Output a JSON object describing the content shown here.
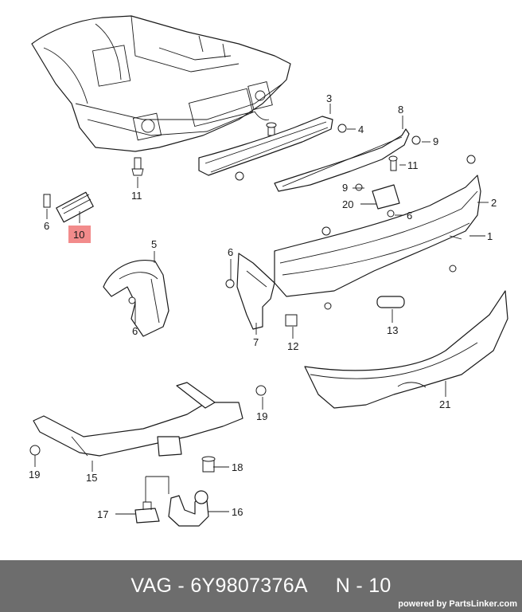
{
  "colors": {
    "highlight": "#f28b8b",
    "footer_bg": "#6d6d6d",
    "footer_text": "#ffffff",
    "line": "#1a1a1a"
  },
  "callouts": {
    "c1": "1",
    "c2": "2",
    "c3": "3",
    "c4": "4",
    "c5": "5",
    "c6a": "6",
    "c6b": "6",
    "c6c": "6",
    "c6d": "6",
    "c7": "7",
    "c8": "8",
    "c9a": "9",
    "c9b": "9",
    "c10": "10",
    "c11a": "11",
    "c11b": "11",
    "c12": "12",
    "c13": "13",
    "c15": "15",
    "c16": "16",
    "c17": "17",
    "c18": "18",
    "c19a": "19",
    "c19b": "19",
    "c20": "20",
    "c21": "21"
  },
  "highlighted_callout": "10",
  "footer": {
    "brand": "VAG",
    "part_number": "6Y9807376A",
    "position": "N - 10",
    "powered_by": "powered by PartsLinker.com"
  }
}
